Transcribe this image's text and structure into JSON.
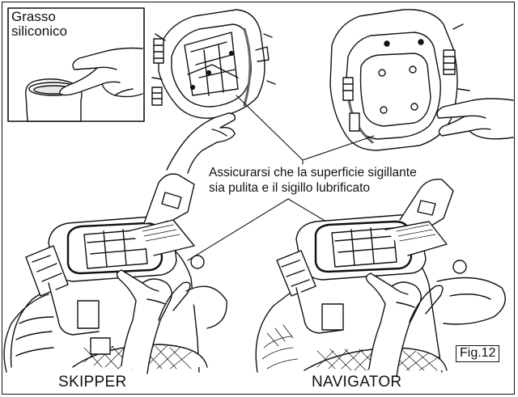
{
  "inset": {
    "label_line1": "Grasso",
    "label_line2": "siliconico"
  },
  "note": {
    "line1": "Assicurarsi che la superficie sigillante",
    "line2": "sia pulita e il sigillo lubrificato"
  },
  "figure": {
    "label": "Fig.12"
  },
  "captions": {
    "left": "SKIPPER",
    "right": "NAVIGATOR"
  }
}
